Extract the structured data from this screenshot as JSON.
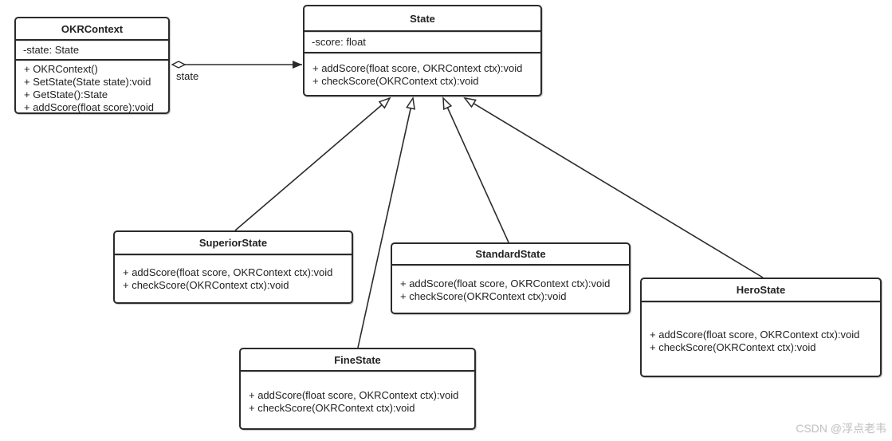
{
  "classes": {
    "okrcontext": {
      "name": "OKRContext",
      "attributes": [
        "-state: State"
      ],
      "methods": [
        "+ OKRContext()",
        "+ SetState(State state):void",
        "+ GetState():State",
        "+ addScore(float score):void"
      ]
    },
    "state": {
      "name": "State",
      "attributes": [
        "-score: float"
      ],
      "methods": [
        "+ addScore(float score, OKRContext ctx):void",
        "+ checkScore(OKRContext ctx):void"
      ]
    },
    "superiorstate": {
      "name": "SuperiorState",
      "attributes": [],
      "methods": [
        "+ addScore(float score, OKRContext ctx):void",
        "+ checkScore(OKRContext ctx):void"
      ]
    },
    "standardstate": {
      "name": "StandardState",
      "attributes": [],
      "methods": [
        "+ addScore(float score, OKRContext ctx):void",
        "+ checkScore(OKRContext ctx):void"
      ]
    },
    "finestate": {
      "name": "FineState",
      "attributes": [],
      "methods": [
        "+ addScore(float score, OKRContext ctx):void",
        "+ checkScore(OKRContext ctx):void"
      ]
    },
    "herostate": {
      "name": "HeroState",
      "attributes": [],
      "methods": [
        "+ addScore(float score, OKRContext ctx):void",
        "+ checkScore(OKRContext ctx):void"
      ]
    }
  },
  "relations": {
    "aggregation": {
      "type": "aggregation",
      "from": "OKRContext",
      "to": "State",
      "label": "state"
    },
    "generalizations": [
      {
        "type": "generalization",
        "from": "SuperiorState",
        "to": "State"
      },
      {
        "type": "generalization",
        "from": "FineState",
        "to": "State"
      },
      {
        "type": "generalization",
        "from": "StandardState",
        "to": "State"
      },
      {
        "type": "generalization",
        "from": "HeroState",
        "to": "State"
      }
    ]
  },
  "colors": {
    "line": "#2b2b2b",
    "text": "#222222",
    "box_fill": "#ffffff",
    "background": "#ffffff",
    "watermark": "#c4c4c4"
  },
  "watermark": "CSDN @浮点老韦"
}
